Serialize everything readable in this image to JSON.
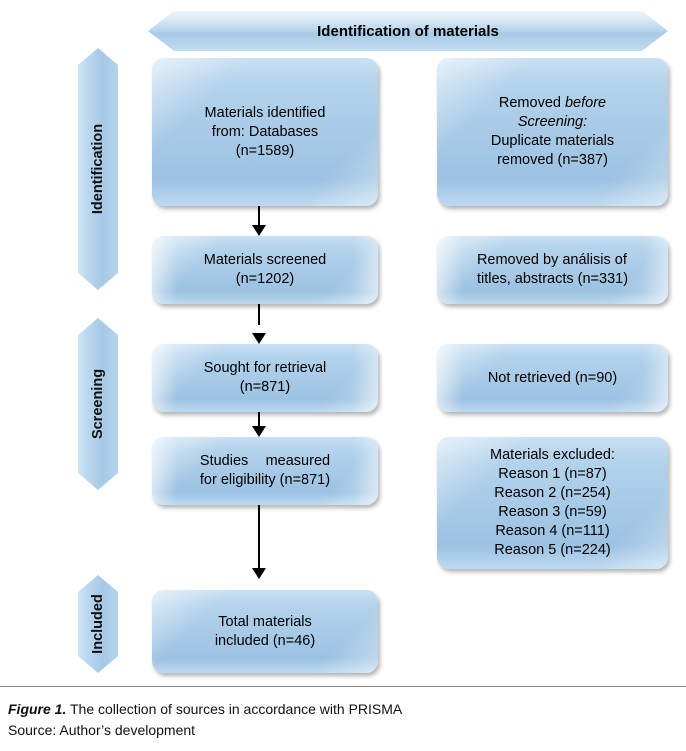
{
  "figure": {
    "banner_title": "Identification of materials",
    "phases": [
      {
        "id": "identification",
        "label": "Identification"
      },
      {
        "id": "screening",
        "label": "Screening"
      },
      {
        "id": "included",
        "label": "Included"
      }
    ],
    "boxes": {
      "identified": {
        "line1": "Materials identified",
        "line2": "from: Databases",
        "line3": "(n=1589)"
      },
      "removed_before_screening": {
        "line1": "Removed ",
        "line1_italic": "before",
        "line2_italic": "Screening:",
        "line3": "Duplicate materials",
        "line4": "removed (n=387)"
      },
      "screened": {
        "line1": "Materials screened",
        "line2": "(n=1202)"
      },
      "removed_by_analysis": {
        "line1": "Removed by análisis of",
        "line2": "titles, abstracts (n=331)"
      },
      "sought": {
        "line1": "Sought for retrieval",
        "line2": "(n=871)"
      },
      "not_retrieved": {
        "line1": "Not retrieved (n=90)"
      },
      "eligibility": {
        "line1": "Studies measured",
        "line2": "for eligibility (n=871)"
      },
      "excluded": {
        "title": "Materials excluded:",
        "reasons": [
          "Reason 1 (n=87)",
          "Reason 2 (n=254)",
          "Reason 3 (n=59)",
          "Reason 4 (n=111)",
          "Reason 5 (n=224)"
        ]
      },
      "total_included": {
        "line1": "Total materials",
        "line2": "included (n=46)"
      }
    },
    "caption": {
      "label": "Figure 1.",
      "title": " The collection of sources in accordance with PRISMA",
      "source": "Source: Author’s development"
    },
    "colors": {
      "box_fill": "#a8cbe8",
      "box_fill_light": "#cfe4f5",
      "arrow": "#000000",
      "text": "#000000",
      "caption_rule": "#8a8a8a"
    }
  }
}
